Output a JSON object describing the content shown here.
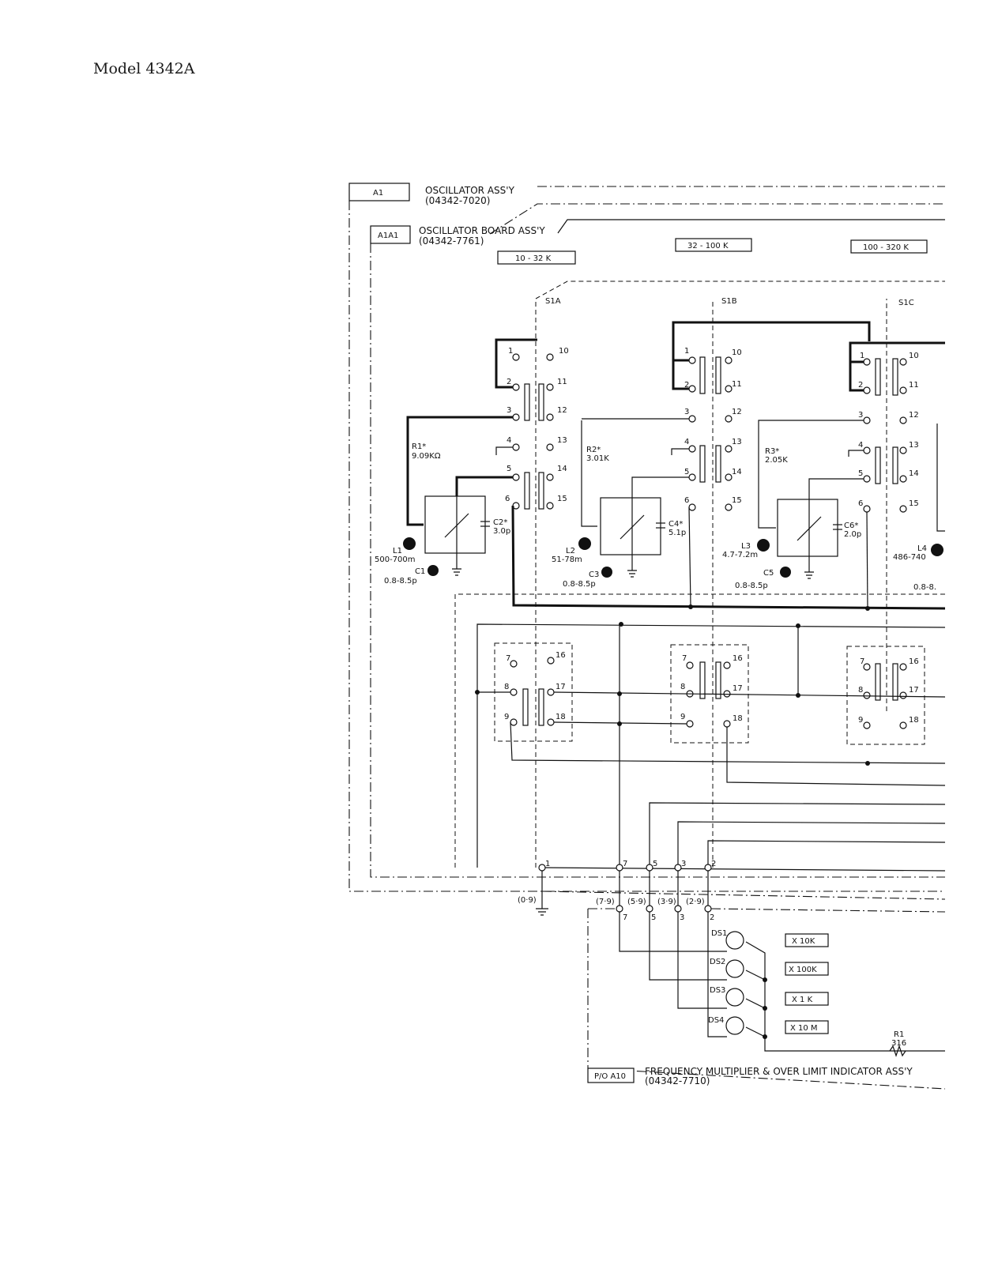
{
  "page": {
    "title": "Model 4342A"
  },
  "assemblies": {
    "a1": {
      "ref": "A1",
      "name": "OSCILLATOR ASS'Y",
      "part": "(04342-7020)"
    },
    "a1a1": {
      "ref": "A1A1",
      "name": "OSCILLATOR BOARD ASS'Y",
      "part": "(04342-7761)"
    },
    "a10": {
      "ref": "P/O A10",
      "name": "FREQUENCY MULTIPLIER & OVER LIMIT INDICATOR ASS'Y",
      "part": "(04342-7710)"
    }
  },
  "ranges": [
    "10 - 32 K",
    "32 - 100 K",
    "100 - 320 K"
  ],
  "switches": [
    "S1A",
    "S1B",
    "S1C"
  ],
  "pins": {
    "top_left": [
      "1",
      "2",
      "3",
      "4",
      "5",
      "6"
    ],
    "top_right": [
      "10",
      "11",
      "12",
      "13",
      "14",
      "15"
    ],
    "bottom_left": [
      "7",
      "8",
      "9"
    ],
    "bottom_right": [
      "16",
      "17",
      "18"
    ]
  },
  "components": {
    "resistors": [
      {
        "ref": "R1*",
        "value": "9.09KΩ"
      },
      {
        "ref": "R2*",
        "value": "3.01K"
      },
      {
        "ref": "R3*",
        "value": "2.05K"
      }
    ],
    "inductors": [
      {
        "ref": "L1",
        "value": "500-700m"
      },
      {
        "ref": "L2",
        "value": "51-78m"
      },
      {
        "ref": "L3",
        "value": "4.7-7.2m"
      },
      {
        "ref": "L4",
        "value": "486-740"
      }
    ],
    "trim_caps": [
      {
        "ref": "C1",
        "value": "0.8-8.5p"
      },
      {
        "ref": "C3",
        "value": "0.8-8.5p"
      },
      {
        "ref": "C5",
        "value": "0.8-8.5p"
      },
      {
        "ref": "",
        "value": "0.8-8."
      }
    ],
    "fixed_caps": [
      {
        "ref": "C2*",
        "value": "3.0p"
      },
      {
        "ref": "C4*",
        "value": "5.1p"
      },
      {
        "ref": "C6*",
        "value": "2.0p"
      }
    ],
    "output_resistor": {
      "ref": "R1",
      "value": "316"
    }
  },
  "connector": {
    "upper_pins": [
      "1",
      "7",
      "5",
      "3",
      "2"
    ],
    "mid_labels": [
      "(0·9)",
      "(7·9)",
      "(5·9)",
      "(3·9)",
      "(2·9)"
    ],
    "lower_pins": [
      "7",
      "5",
      "3",
      "2"
    ]
  },
  "indicators": [
    {
      "ref": "DS1",
      "label": "X 10K"
    },
    {
      "ref": "DS2",
      "label": "X 100K"
    },
    {
      "ref": "DS3",
      "label": "X 1 K"
    },
    {
      "ref": "DS4",
      "label": "X 10 M"
    }
  ]
}
